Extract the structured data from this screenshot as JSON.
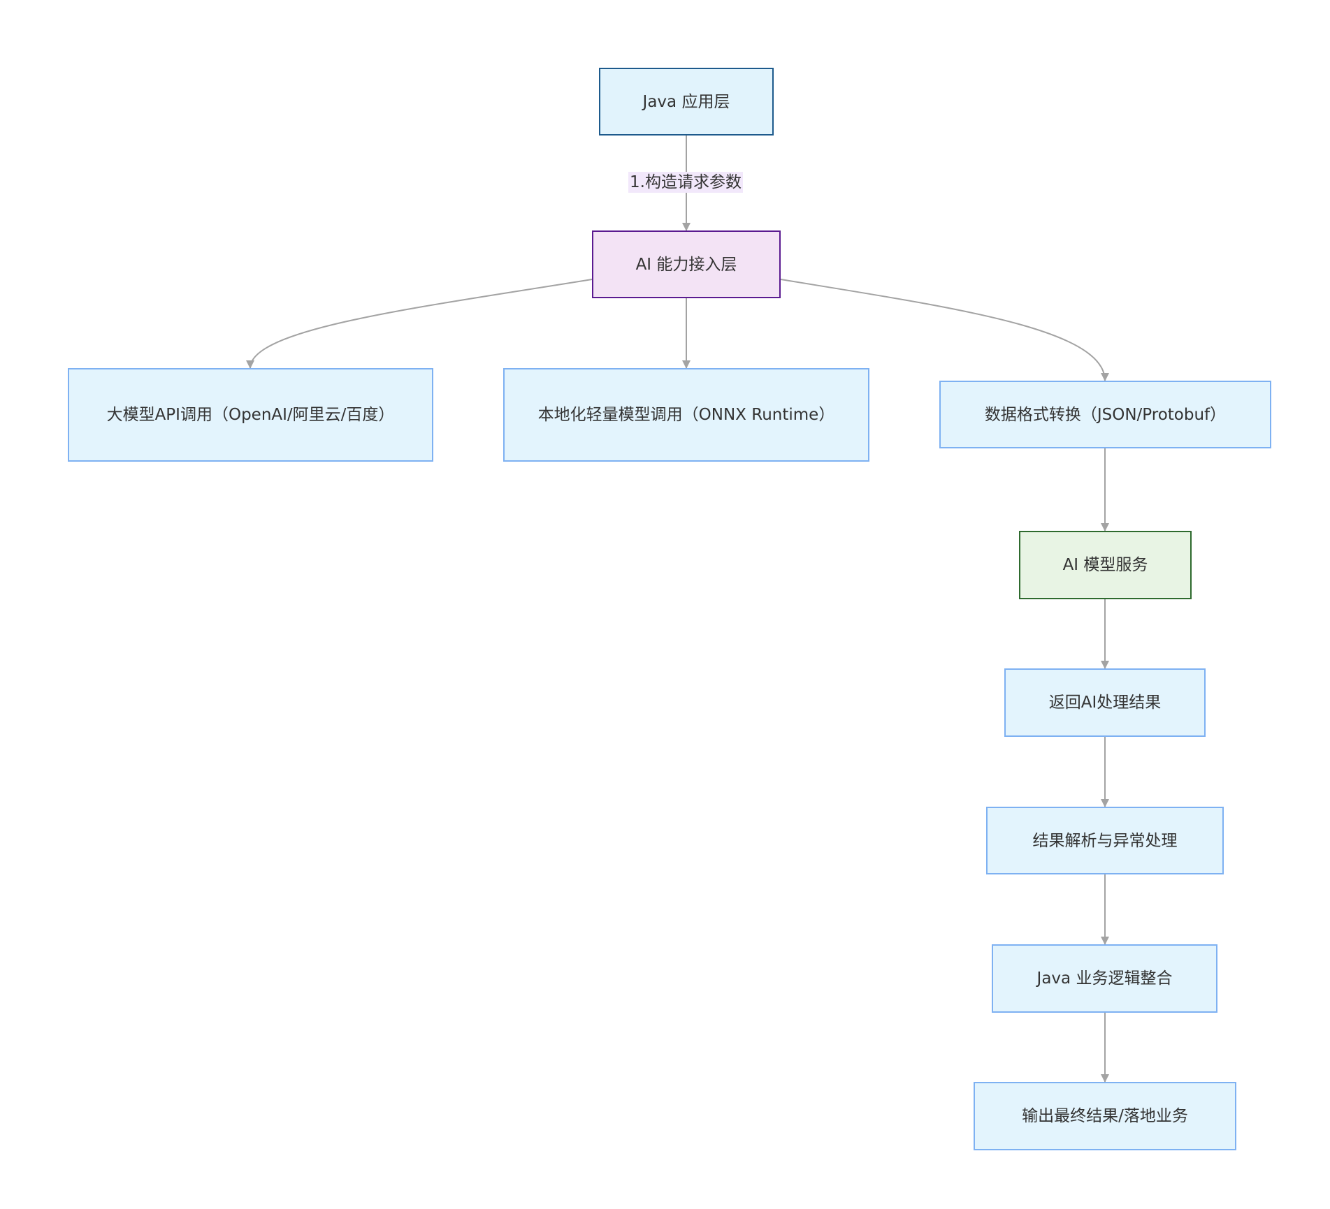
{
  "nodes": {
    "java_app": "Java 应用层",
    "ai_access": "AI 能力接入层",
    "llm_api": "大模型API调用（OpenAI/阿里云/百度）",
    "local_model": "本地化轻量模型调用（ONNX Runtime）",
    "data_convert": "数据格式转换（JSON/Protobuf）",
    "ai_service": "AI 模型服务",
    "return_result": "返回AI处理结果",
    "parse_result": "结果解析与异常处理",
    "java_logic": "Java 业务逻辑整合",
    "output": "输出最终结果/落地业务"
  },
  "edges": {
    "request_label": "1.构造请求参数"
  },
  "colors": {
    "edge": "#a3a3a3",
    "node_blue_fill": "#e3f4fd",
    "node_blue_border": "#7eb1f2",
    "node_purple_fill": "#f3e3f5",
    "node_purple_border": "#5a1a90",
    "node_green_fill": "#e8f4e4",
    "node_green_border": "#2e6a2e"
  }
}
